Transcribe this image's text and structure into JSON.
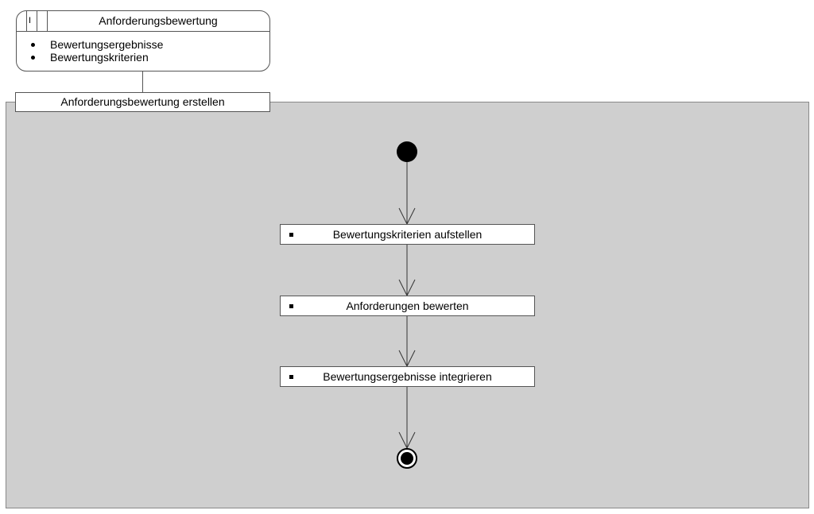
{
  "artifact": {
    "marker": "I",
    "title": "Anforderungsbewertung",
    "items": [
      "Bewertungsergebnisse",
      "Bewertungskriterien"
    ]
  },
  "activity": {
    "title": "Anforderungsbewertung erstellen",
    "steps": [
      "Bewertungskriterien aufstellen",
      "Anforderungen bewerten",
      "Bewertungsergebnisse integrieren"
    ]
  }
}
